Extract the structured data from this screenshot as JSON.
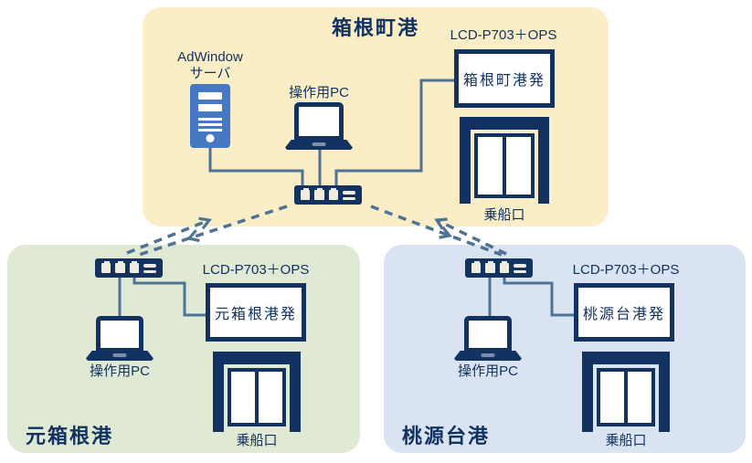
{
  "colors": {
    "navy": "#123262",
    "cable": "#4F7396",
    "server_blue": "#4678C4",
    "zone_hakonemachi_bg": "#FBEEC6",
    "zone_motohakone_bg": "#DFE9D3",
    "zone_togendai_bg": "#D9E3F1",
    "panel_fill": "#FFFFFF"
  },
  "icons": {
    "server": "server-tower-icon",
    "pc": "laptop-icon",
    "switch": "network-switch-icon",
    "display": "display-panel",
    "gate": "boarding-gate-door-icon",
    "link": "bidirectional-dashed-arrows"
  },
  "zones": {
    "hakonemachi": {
      "title": "箱根町港",
      "server_label_line1": "AdWindow",
      "server_label_line2": "サーバ",
      "pc_label": "操作用PC",
      "display_model_label": "LCD-P703＋OPS",
      "display_screen_text": "箱根町港発",
      "gate_label": "乗船口"
    },
    "motohakone": {
      "title": "元箱根港",
      "pc_label": "操作用PC",
      "display_model_label": "LCD-P703＋OPS",
      "display_screen_text": "元箱根港発",
      "gate_label": "乗船口"
    },
    "togendai": {
      "title": "桃源台港",
      "pc_label": "操作用PC",
      "display_model_label": "LCD-P703＋OPS",
      "display_screen_text": "桃源台港発",
      "gate_label": "乗船口"
    }
  }
}
